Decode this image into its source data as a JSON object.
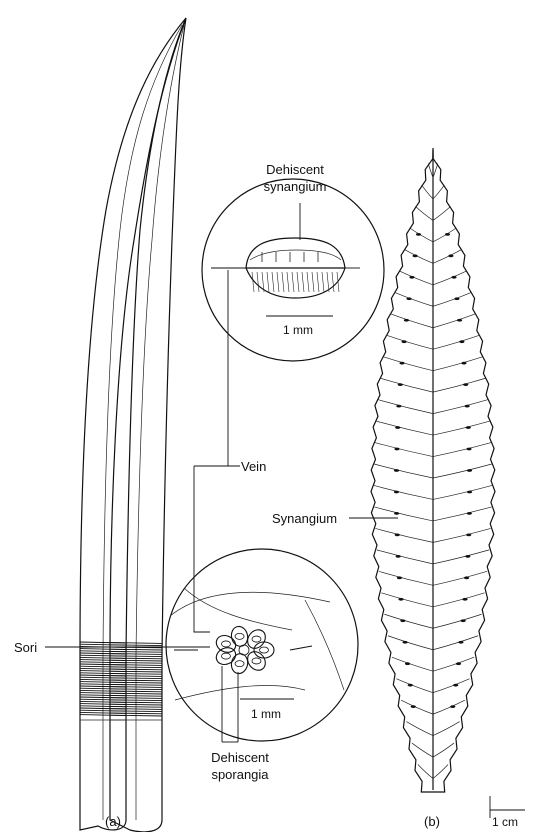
{
  "labels": {
    "dehiscent_synangium": [
      "Dehiscent",
      "synangium"
    ],
    "scale_top": "1 mm",
    "vein": "Vein",
    "sori": "Sori",
    "scale_bottom": "1 mm",
    "dehiscent_sporangia": [
      "Dehiscent",
      "sporangia"
    ],
    "synangium": "Synangium",
    "scale_leaf": "1 cm",
    "panel_a": "(a)",
    "panel_b": "(b)"
  }
}
